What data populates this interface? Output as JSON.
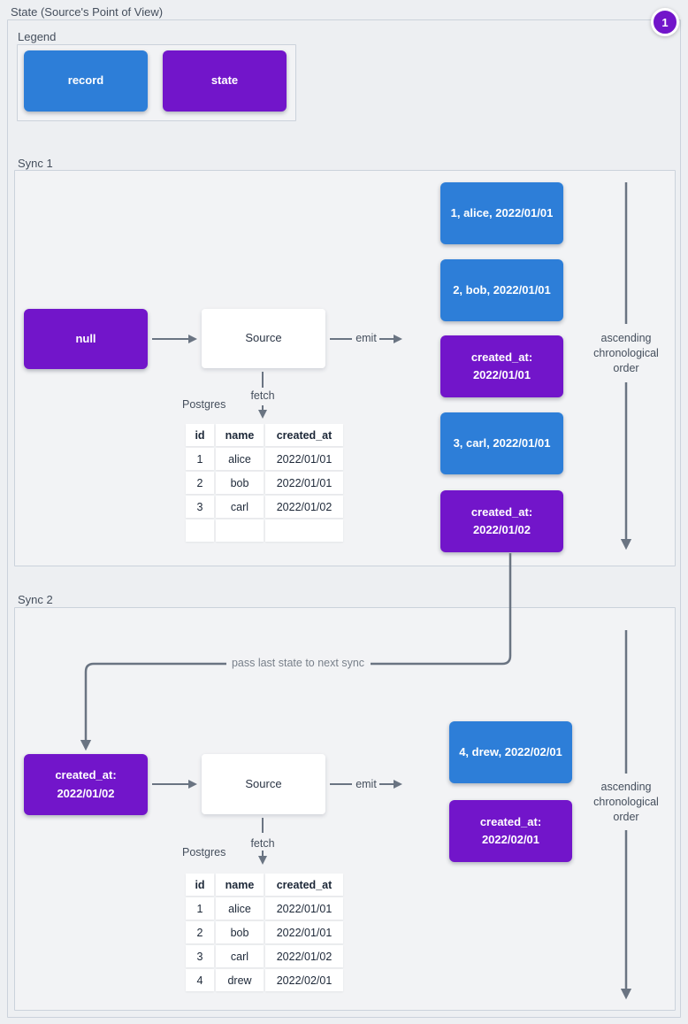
{
  "page": {
    "title": "State (Source's Point of View)",
    "badge": "1"
  },
  "colors": {
    "record_blue": "#2d7ed8",
    "state_purple": "#7215ca",
    "arrow_gray": "#6a7482",
    "background": "#edeff2"
  },
  "legend": {
    "label": "Legend",
    "items": [
      {
        "type": "record",
        "label": "record"
      },
      {
        "type": "state",
        "label": "state"
      }
    ]
  },
  "sync1": {
    "label": "Sync 1",
    "state_in": "null",
    "source_label": "Source",
    "emit_label": "emit",
    "fetch_label": "fetch",
    "db_label": "Postgres",
    "table": {
      "headers": [
        "id",
        "name",
        "created_at"
      ],
      "rows": [
        [
          "1",
          "alice",
          "2022/01/01"
        ],
        [
          "2",
          "bob",
          "2022/01/01"
        ],
        [
          "3",
          "carl",
          "2022/01/02"
        ],
        [
          "",
          "",
          ""
        ]
      ]
    },
    "emitted": [
      {
        "type": "record",
        "text": "1, alice, 2022/01/01"
      },
      {
        "type": "record",
        "text": "2, bob, 2022/01/01"
      },
      {
        "type": "state",
        "text": "created_at:\n2022/01/01"
      },
      {
        "type": "record",
        "text": "3, carl, 2022/01/01"
      },
      {
        "type": "state",
        "text": "created_at:\n2022/01/02"
      }
    ],
    "order_note": "ascending\nchronological\norder"
  },
  "connector": {
    "label": "pass last state to next sync"
  },
  "sync2": {
    "label": "Sync 2",
    "state_in": "created_at:\n2022/01/02",
    "source_label": "Source",
    "emit_label": "emit",
    "fetch_label": "fetch",
    "db_label": "Postgres",
    "table": {
      "headers": [
        "id",
        "name",
        "created_at"
      ],
      "rows": [
        [
          "1",
          "alice",
          "2022/01/01"
        ],
        [
          "2",
          "bob",
          "2022/01/01"
        ],
        [
          "3",
          "carl",
          "2022/01/02"
        ],
        [
          "4",
          "drew",
          "2022/02/01"
        ]
      ]
    },
    "emitted": [
      {
        "type": "record",
        "text": "4, drew, 2022/02/01"
      },
      {
        "type": "state",
        "text": "created_at:\n2022/02/01"
      }
    ],
    "order_note": "ascending\nchronological\norder"
  }
}
